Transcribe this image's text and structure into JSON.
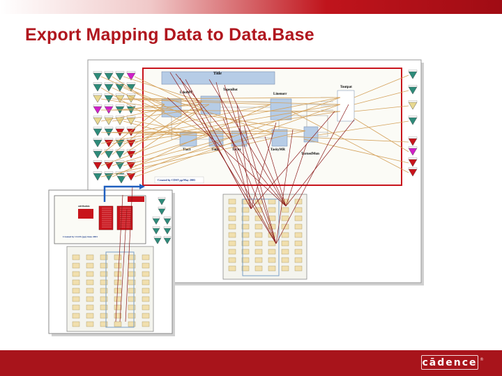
{
  "slide": {
    "title": "Export Mapping Data to Data.Base",
    "logo_text": "cādence",
    "logo_mark": "®"
  },
  "schematic": {
    "title": "Title",
    "blocks": [
      "LdotMT",
      "TopenBot",
      "Linenorr",
      "Toutpat",
      "Tinct",
      "Tinpt",
      "Tachy",
      "TaskyMR",
      "TurnedMun"
    ],
    "created_label": "Created by CDST pp/May 2003"
  },
  "sub_schematic": {
    "block_label": "subModule",
    "created_label": "Created by CLDS (pp) June 2003"
  },
  "colors": {
    "accent": "#b0161e",
    "top_bar": "#c0141c",
    "footer": "#a8141b",
    "connection": "#d4a15a",
    "mapping_link": "#8b1a1a",
    "block": "#b6cce6",
    "border": "#c8141c",
    "pin_green": "#2e8b7a",
    "pin_magenta": "#d020c8",
    "pin_red": "#c8141c",
    "pin_yellow": "#e8d890",
    "highlight_link": "#1f5fbf"
  }
}
